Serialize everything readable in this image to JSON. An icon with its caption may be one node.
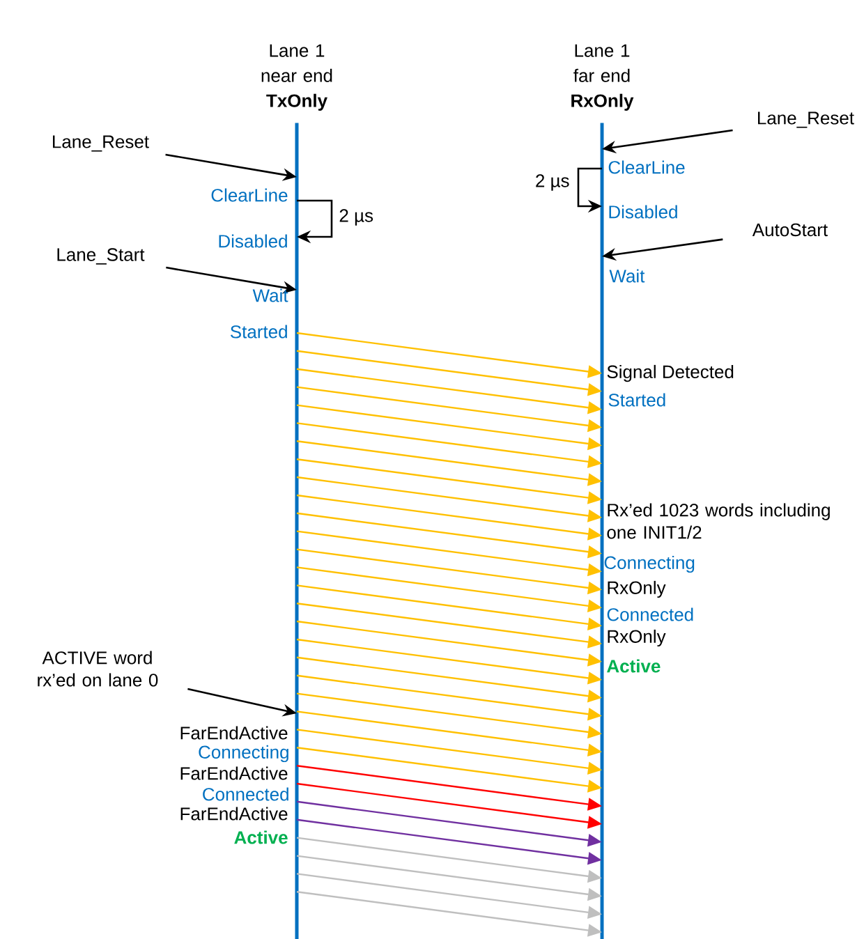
{
  "diagram": {
    "nodes": [
      {
        "text": [
          "Lane 1 near end **TxOnly**"
        ]
      },
      {
        "text": [
          "Lane 1 far end **RxOnly**"
        ]
      },
      {
        "text": [
          "Lane_Reset"
        ]
      },
      {
        "text": [
          "Lane_Start"
        ]
      },
      {
        "text": [
          "ACTIVE word rx’ed on lane 0"
        ]
      },
      {
        "text": [
          "Lane_Reset"
        ]
      },
      {
        "text": [
          "AutoStart"
        ]
      }
    ],
    "edges": [
      {
        "from": 2,
        "to": 0,
        "arrow": "to",
        "color": "#000000"
      },
      {
        "from": 3,
        "to": 0,
        "arrow": "to",
        "color": "#000000"
      },
      {
        "from": 4,
        "to": 0,
        "arrow": "to",
        "color": "#000000"
      },
      {
        "from": 5,
        "to": 1,
        "arrow": "to",
        "color": "#000000"
      },
      {
        "from": 6,
        "to": 1,
        "arrow": "to",
        "color": "#000000"
      },
      {
        "from": 0,
        "to": 1,
        "arrow": "to"
      },
      {
        "from": 0,
        "to": 1,
        "arrow": "to"
      },
      {
        "from": 0,
        "to": 1,
        "arrow": "to"
      },
      {
        "from": 0,
        "to": 1,
        "arrow": "to"
      },
      {
        "from": 0,
        "to": 1,
        "arrow": "to"
      },
      {
        "from": 0,
        "to": 1,
        "arrow": "to"
      },
      {
        "from": 0,
        "to": 1,
        "arrow": "to"
      },
      {
        "from": 0,
        "to": 1,
        "arrow": "to"
      },
      {
        "from": 0,
        "to": 1,
        "arrow": "to"
      },
      {
        "from": 0,
        "to": 1,
        "arrow": "to"
      },
      {
        "from": 0,
        "to": 1,
        "arrow": "to"
      },
      {
        "from": 0,
        "to": 1,
        "arrow": "to"
      },
      {
        "from": 0,
        "to": 1,
        "arrow": "to"
      },
      {
        "from": 0,
        "to": 1,
        "arrow": "to"
      },
      {
        "from": 0,
        "to": 1,
        "arrow": "to"
      },
      {
        "from": 0,
        "to": 1,
        "arrow": "to"
      },
      {
        "from": 0,
        "to": 1,
        "arrow": "to"
      },
      {
        "from": 0,
        "to": 1,
        "arrow": "to"
      },
      {
        "from": 0,
        "to": 1,
        "arrow": "to"
      },
      {
        "from": 0,
        "to": 1,
        "arrow": "to"
      },
      {
        "from": 0,
        "to": 1,
        "arrow": "to"
      },
      {
        "from": 0,
        "to": 1,
        "arrow": "to"
      },
      {
        "from": 0,
        "to": 1,
        "arrow": "to"
      },
      {
        "from": 0,
        "to": 1,
        "arrow": "to"
      },
      {
        "from": 0,
        "to": 1,
        "arrow": "to",
        "color": "#ff0000"
      },
      {
        "from": 0,
        "to": 1,
        "arrow": "to",
        "color": "#ff0000"
      },
      {
        "from": 0,
        "to": 1,
        "arrow": "to",
        "color": "#7030a0"
      },
      {
        "from": 0,
        "to": 1,
        "arrow": "to",
        "color": "#7030a0"
      },
      {
        "from": 0,
        "to": 1,
        "arrow": "to",
        "color": "#bfbfbf"
      },
      {
        "from": 0,
        "to": 1,
        "arrow": "to",
        "color": "#bfbfbf"
      },
      {
        "from": 0,
        "to": 1,
        "arrow": "to",
        "color": "#bfbfbf"
      },
      {
        "from": 0,
        "to": 1,
        "arrow": "to",
        "color": "#bfbfbf"
      },
      {
        "from": 0,
        "to": 0,
        "arrow": "to",
        "color": "#000000",
        "label": "2 µs"
      },
      {
        "from": 1,
        "to": 1,
        "arrow": "to",
        "color": "#000000",
        "label": "2 µs"
      }
    ],
    "labels": [
      "ClearLine",
      "Disabled",
      "Wait",
      "Started",
      "FarEndActive",
      "Connecting",
      "FarEndActive",
      "Connected",
      "FarEndActive",
      "Active",
      "ClearLine",
      "Disabled",
      "Wait",
      "Signal Detected",
      "Started",
      "Rx’ed 1023 words including one INIT1/2",
      "Connecting",
      "RxOnly",
      "Connected",
      "RxOnly",
      "Active"
    ]
  }
}
